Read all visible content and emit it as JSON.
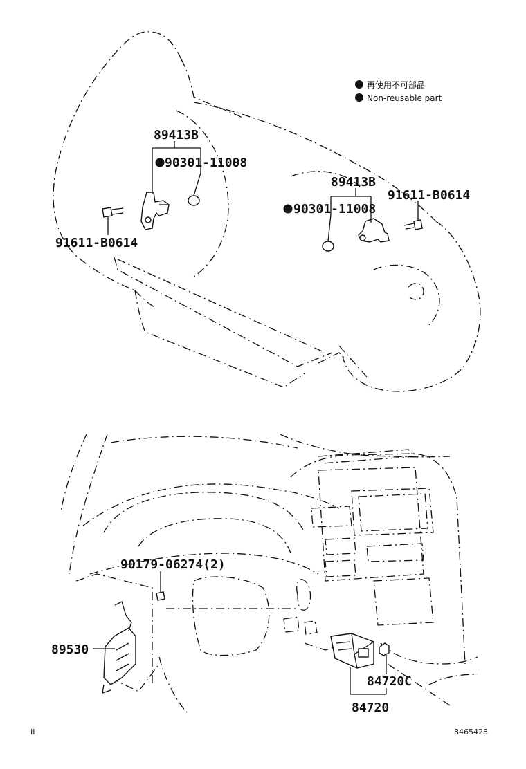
{
  "legend": {
    "items": [
      {
        "marker": "filled-circle",
        "label": "再使用不可部品"
      },
      {
        "marker": "filled-circle",
        "label": "Non-reusable part"
      }
    ]
  },
  "callouts_transmission": {
    "sensor_left": "89413B",
    "seal_left": "90301-11008",
    "bolt_left": "91611-B0614",
    "sensor_right": "89413B",
    "seal_right": "90301-11008",
    "bolt_right": "91611-B0614"
  },
  "callouts_dashboard": {
    "clip": "90179-06274(2)",
    "ecu": "89530",
    "switch_part": "84720C",
    "switch_assy": "84720"
  },
  "footer": {
    "left_mark": "II",
    "diagram_code": "8465428"
  },
  "colors": {
    "line": "#111111",
    "background": "#ffffff"
  }
}
